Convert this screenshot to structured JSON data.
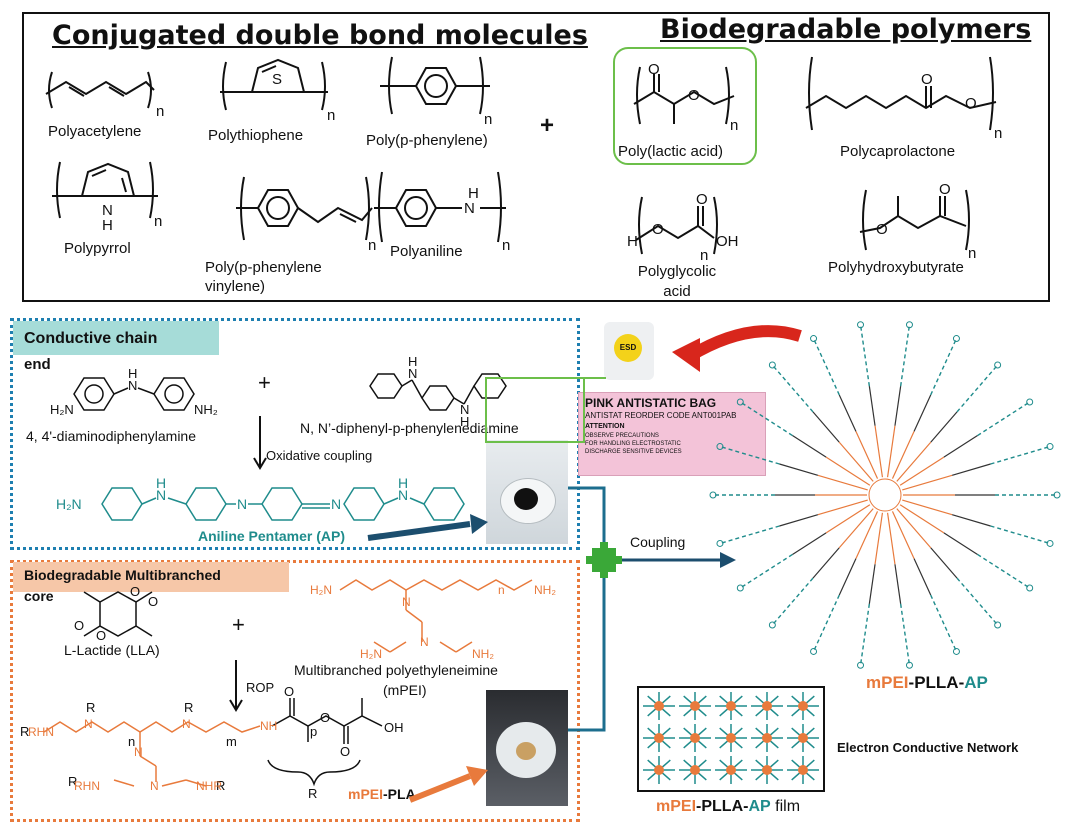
{
  "top_panel": {
    "left_heading": "Conjugated double bond molecules",
    "right_heading": "Biodegradable polymers",
    "plus": "+",
    "conjugated": [
      "Polyacetylene",
      "Polythiophene",
      "Poly(p-phenylene)",
      "Polypyrrol",
      "Poly(p-phenylene vinylene)",
      "Polyaniline"
    ],
    "biodegradable": [
      "Poly(lactic acid)",
      "Polycaprolactone",
      "Polyglycolic acid",
      "Polyhydroxybutyrate"
    ],
    "subscript_n": "n",
    "atom_S": "S",
    "atom_N": "N",
    "atom_H": "H",
    "atom_O": "O",
    "atom_HO_H": "H",
    "atom_OH": "OH"
  },
  "conductive_panel": {
    "title_line1": "Conductive chain",
    "title_line2": "end",
    "reactant1": "4, 4'-diaminodiphenylamine",
    "reactant2": "N, N’-diphenyl-p-phenylenediamine",
    "plus": "+",
    "reaction": "Oxidative coupling",
    "product": "Aniline Pentamer (AP)",
    "h2n": "H₂N",
    "nh2": "NH₂",
    "n": "N",
    "h": "H"
  },
  "bio_panel": {
    "title_line1": "Biodegradable Multibranched",
    "title_line2": "core",
    "reactant1": "L-Lactide (LLA)",
    "reactant2_line1": "Multibranched polyethyleneimine",
    "reactant2_line2": "(mPEI)",
    "plus": "+",
    "reaction": "ROP",
    "product_part1": "mPEI",
    "product_part2": "-PLA",
    "r": "R",
    "rhn": "RHN",
    "nhr": "NHR",
    "oh": "OH",
    "n": "n",
    "m": "m",
    "p": "p",
    "h2n": "H₂N",
    "nh2": "NH₂",
    "nh": "NH"
  },
  "bag": {
    "title": "PINK ANTISTATIC BAG",
    "subtitle": "ANTISTAT REORDER CODE ANT001PAB",
    "attention": "ATTENTION",
    "note1": "OBSERVE PRECAUTIONS",
    "note2": "FOR HANDLING ELECTROSTATIC",
    "note3": "DISCHARGE SENSITIVE DEVICES",
    "logo": "ESD"
  },
  "right_side": {
    "coupling": "Coupling",
    "star_label_part1": "mPEI",
    "star_label_part2": "-PLLA-",
    "star_label_part3": "AP",
    "network": "Electron Conductive Network",
    "film_part1": "mPEI",
    "film_part2": "-PLLA-",
    "film_part3": "AP",
    "film_part4": " film"
  },
  "colors": {
    "teal": "#1f8c8c",
    "orange": "#e87a3c",
    "navy": "#1c4e6e",
    "green": "#3aa838",
    "red": "#d8261c",
    "green_box": "#6cbf4a",
    "cond_box": "#1e7fb0",
    "cond_title_bg": "#a6dcd8",
    "bio_title_bg": "#f6c7a8"
  }
}
